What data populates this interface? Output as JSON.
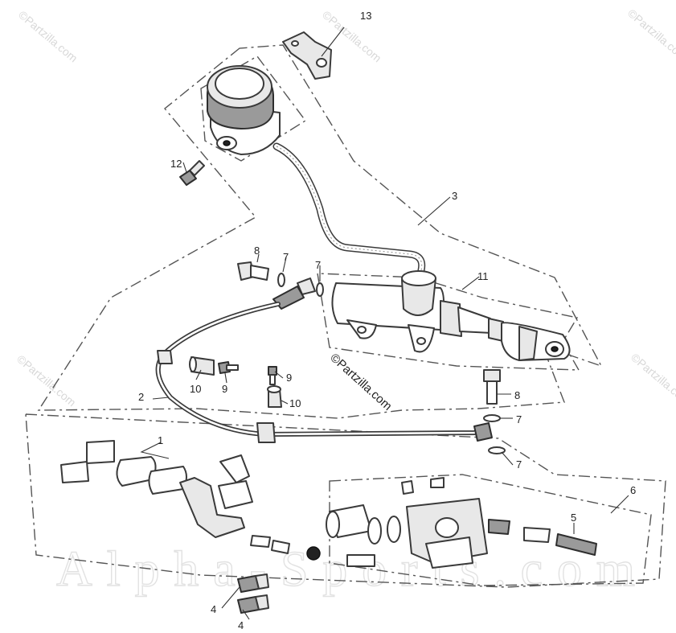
{
  "callouts": {
    "c1": "1",
    "c2": "2",
    "c3": "3",
    "c4a": "4",
    "c4b": "4",
    "c5": "5",
    "c6": "6",
    "c7a": "7",
    "c7b": "7",
    "c7c": "7",
    "c7d": "7",
    "c8a": "8",
    "c8b": "8",
    "c9a": "9",
    "c9b": "9",
    "c10a": "10",
    "c10b": "10",
    "c11": "11",
    "c12": "12",
    "c13": "13"
  },
  "watermarks": {
    "partzilla": "©Partzilla.com",
    "alpha": "Alpha-Sports.com"
  }
}
